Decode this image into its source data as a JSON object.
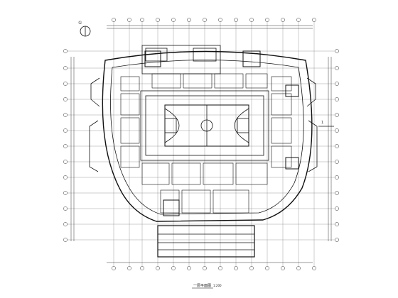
{
  "drawing": {
    "title": "一层平面图",
    "scale": "1:200",
    "north_symbol": "①",
    "section_mark": "1"
  }
}
